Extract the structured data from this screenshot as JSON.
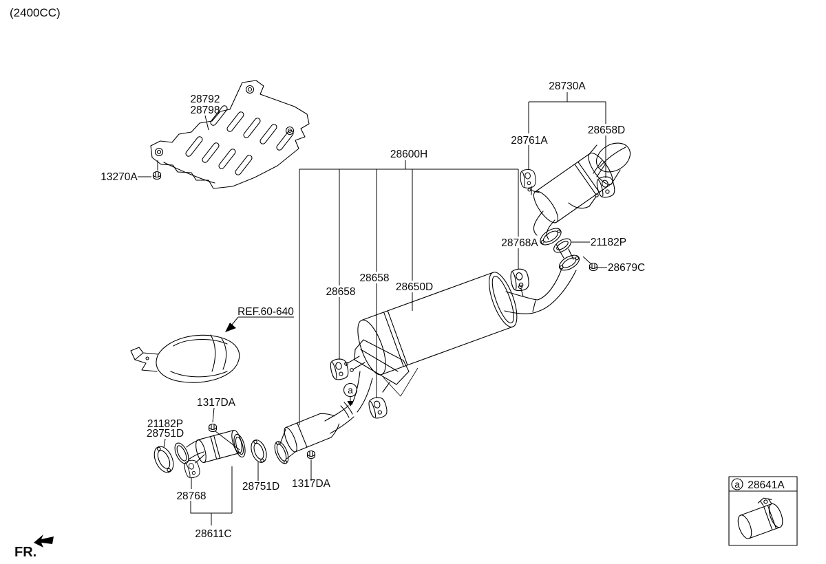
{
  "page": {
    "variant_label": "(2400CC)",
    "direction_label": "FR."
  },
  "callout": {
    "marker": "a"
  },
  "legend": {
    "marker": "a",
    "part_number": "28641A"
  },
  "parts": {
    "heat_shield_upper": "28792",
    "heat_shield_lower": "28798",
    "heat_shield_nut": "13270A",
    "rear_muffler_assembly": "28730A",
    "rear_hanger_left": "28761A",
    "rear_hanger_right": "28658D",
    "center_exhaust_assembly": "28600H",
    "center_rear_hanger": "28768A",
    "rear_flange_gasket": "21182P",
    "flange_bolt": "28679C",
    "center_hanger_front": "28658",
    "center_hanger_rear": "28658",
    "center_muffler": "28650D",
    "ref_heat_shield": "REF.60-640",
    "flex_nut": "1317DA",
    "front_gasket_a": "21182P",
    "front_gasket_b": "28751D",
    "catalyst_hanger": "28768",
    "mid_gasket": "28751D",
    "front_flange_nut": "1317DA",
    "catalyst_assembly": "28611C"
  }
}
